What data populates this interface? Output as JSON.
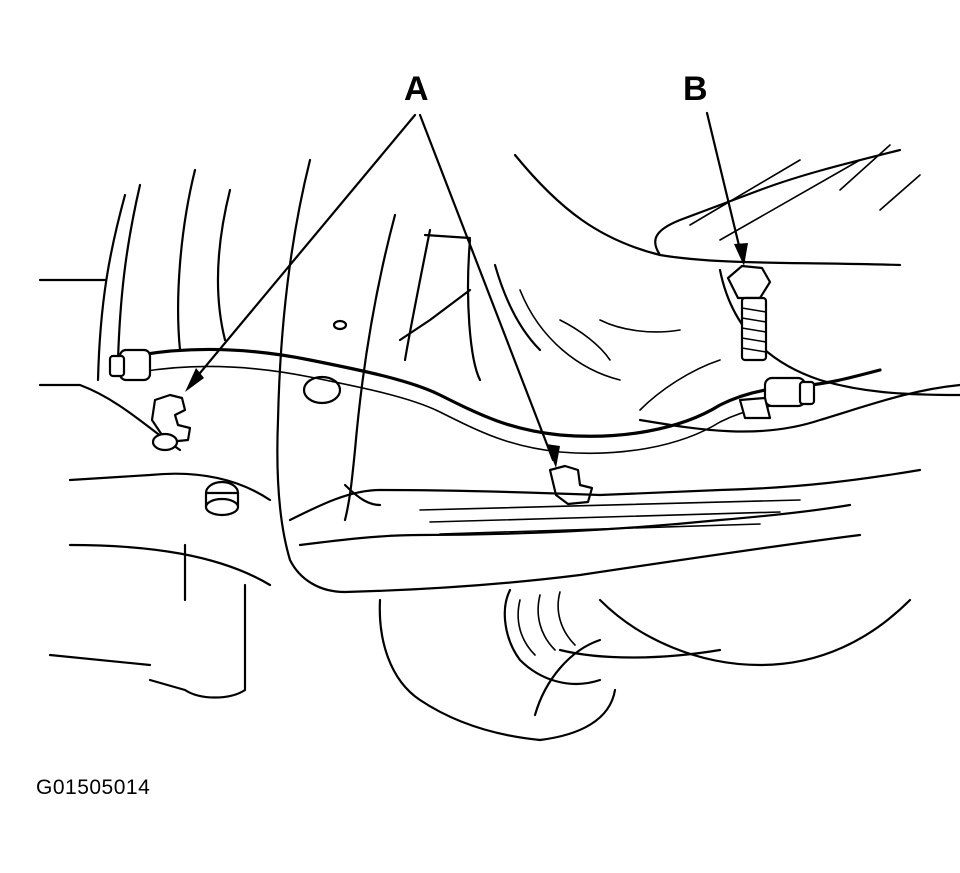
{
  "callouts": {
    "a": "A",
    "b": "B"
  },
  "figure_id": "G01505014"
}
